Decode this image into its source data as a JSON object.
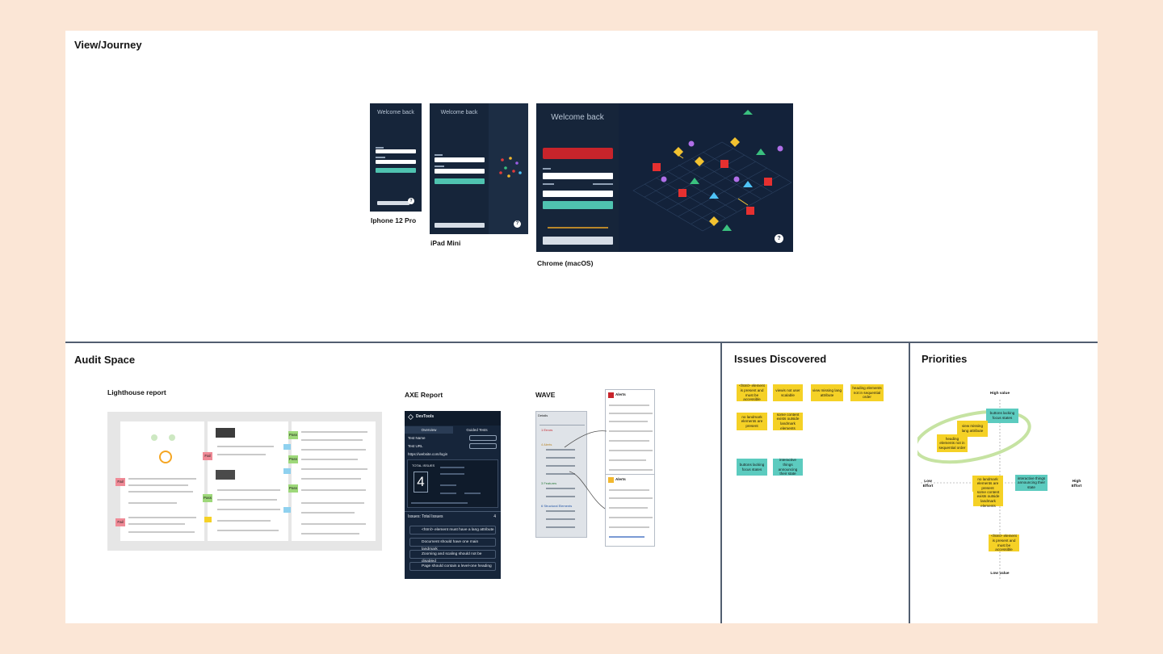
{
  "sections": {
    "journey_title": "View/Journey",
    "audit_title": "Audit Space",
    "issues_title": "Issues Discovered",
    "priorities_title": "Priorities"
  },
  "devices": {
    "welcome": "Welcome back",
    "iphone_caption": "Iphone 12 Pro",
    "ipad_caption": "iPad Mini",
    "chrome_caption": "Chrome (macOS)"
  },
  "audit": {
    "lighthouse_caption": "Lighthouse report",
    "axe_caption": "AXE Report",
    "wave_caption": "WAVE",
    "lighthouse_tags": [
      "Fail",
      "Fail",
      "Fail",
      "Pass",
      "Pass",
      "Pass",
      "Pass"
    ],
    "axe": {
      "brand": "DevTools",
      "tab_overview": "Overview",
      "tab_guided": "Guided Tests",
      "test_name": "Test Name",
      "test_url": "Test URL",
      "url": "https://website.com/login",
      "total_issues_label": "TOTAL ISSUES",
      "total_issues_value": "4",
      "issues_header": "Issues: Total Issues",
      "issues_count": "4",
      "issues": [
        "<html> element must have a lang attribute",
        "Document should have one main landmark",
        "Zooming and scaling should not be disabled",
        "Page should contain a level-one heading"
      ]
    },
    "wave": {
      "panel_label": "Details",
      "errors": "1 Errors",
      "alerts": "4 Alerts",
      "features": "3 Features",
      "structural": "6 Structural Elements",
      "popup1_title": "Alerts",
      "popup2_title": "Alerts"
    }
  },
  "issues": {
    "notes": [
      {
        "text": "<html> element is present and must be accessible",
        "color": "#f5d126"
      },
      {
        "text": "viewis not user scalable",
        "color": "#f5d126"
      },
      {
        "text": "view missing lang attribute",
        "color": "#f5d126"
      },
      {
        "text": "heading elements not in sequential order",
        "color": "#f5d126"
      },
      {
        "text": "no landmark elements are present",
        "color": "#f5d126"
      },
      {
        "text": "some content exists outside landmark elements",
        "color": "#f5d126"
      },
      {
        "text": "buttons lacking focus states",
        "color": "#5ccbbf"
      },
      {
        "text": "interactive things announcing their state",
        "color": "#5ccbbf"
      }
    ]
  },
  "priorities": {
    "high_value": "High value",
    "low_value": "Low value",
    "low_effort": "Low Effort",
    "high_effort": "High Effort",
    "notes": [
      {
        "text": "buttons lacking focus states",
        "color": "#5ccbbf"
      },
      {
        "text": "view missing lang attribute",
        "color": "#f5d126"
      },
      {
        "text": "heading elements not in sequential order",
        "color": "#f5d126"
      },
      {
        "text": "no landmark elements are present",
        "color": "#f5d126"
      },
      {
        "text": "some content exists outside landmark elements",
        "color": "#f5d126"
      },
      {
        "text": "interactive things announcing their state",
        "color": "#5ccbbf"
      },
      {
        "text": "<html> element is present and must be accessible",
        "color": "#f5d126"
      }
    ]
  }
}
